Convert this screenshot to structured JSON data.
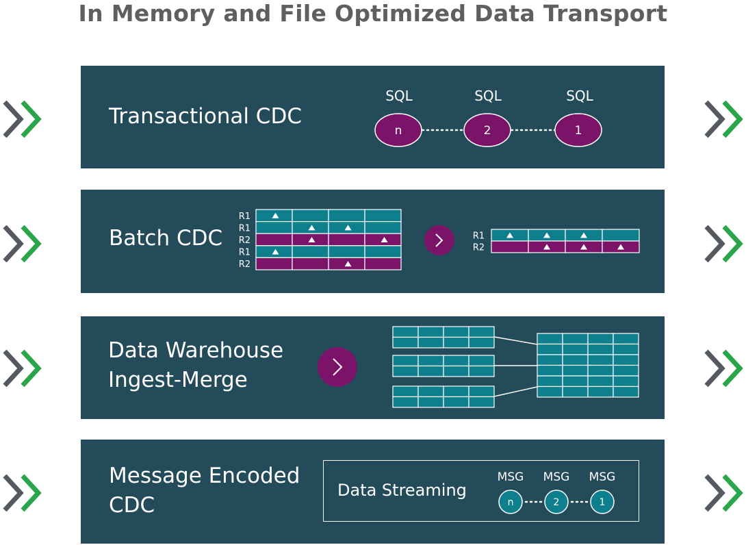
{
  "title": "In Memory and File Optimized Data Transport",
  "panels": {
    "transactional": {
      "label": "Transactional CDC",
      "nodes": [
        {
          "caption": "SQL",
          "value": "n"
        },
        {
          "caption": "SQL",
          "value": "2"
        },
        {
          "caption": "SQL",
          "value": "1"
        }
      ]
    },
    "batch": {
      "label": "Batch CDC",
      "left_rows": [
        "R1",
        "R1",
        "R2",
        "R1",
        "R2"
      ],
      "right_rows": [
        "R1",
        "R2"
      ]
    },
    "warehouse": {
      "label": "Data Warehouse\nIngest-Merge"
    },
    "message": {
      "label": "Message Encoded\nCDC",
      "stream_label": "Data Streaming",
      "nodes": [
        {
          "caption": "MSG",
          "value": "n"
        },
        {
          "caption": "MSG",
          "value": "2"
        },
        {
          "caption": "MSG",
          "value": "1"
        }
      ]
    }
  },
  "colors": {
    "panel": "#244b5a",
    "teal": "#0e7f8c",
    "purple": "#7b1468",
    "chevron_gray": "#555a60",
    "chevron_green": "#2aa64a"
  }
}
